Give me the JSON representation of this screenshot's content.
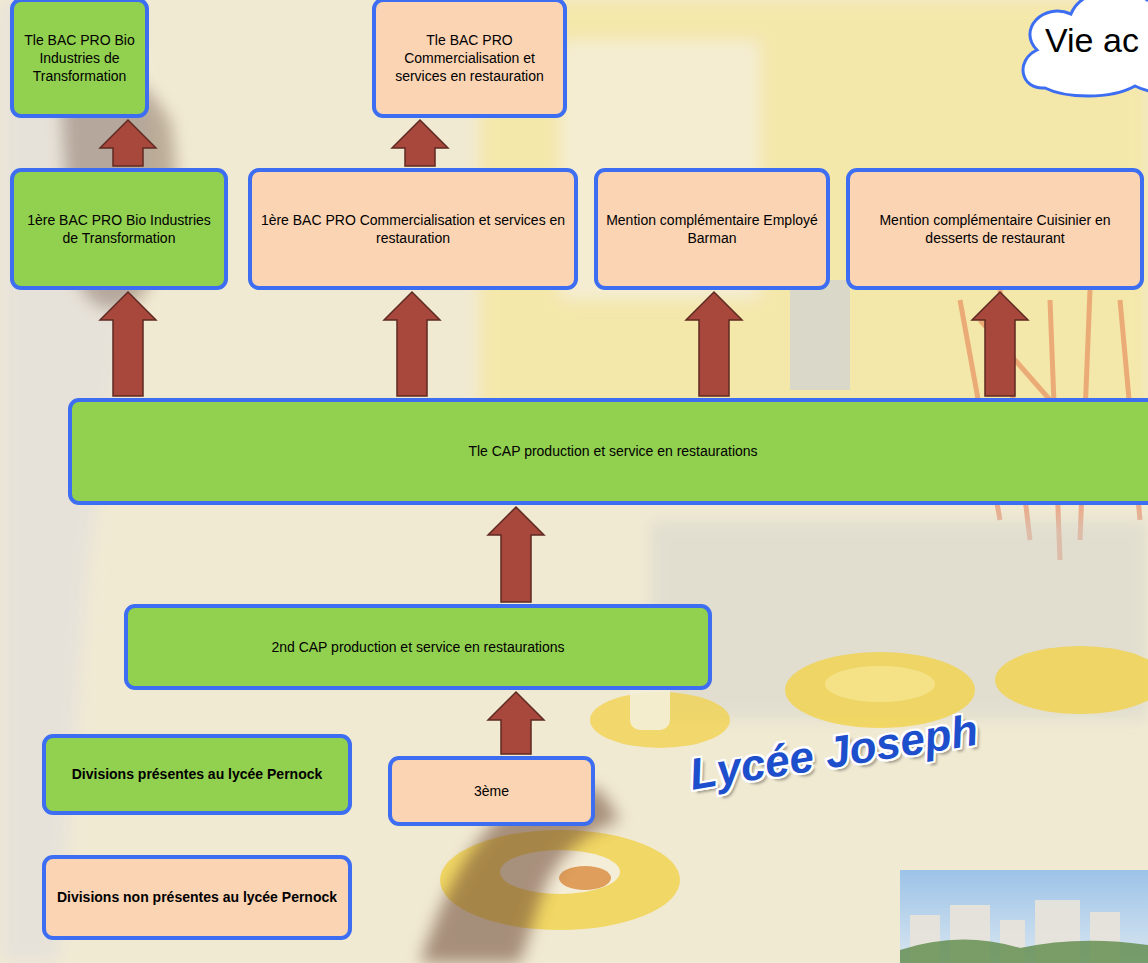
{
  "diagram": {
    "nodes": [
      {
        "text": [
          "Tle BAC PRO Bio Industries de Transformation"
        ]
      },
      {
        "text": [
          "Tle BAC PRO Commercialisation et services en restauration"
        ]
      },
      {
        "text": [
          "Vie ac"
        ]
      },
      {
        "text": [
          "1ère BAC PRO Bio Industries de Transformation"
        ]
      },
      {
        "text": [
          "1ère BAC PRO Commercialisation et services en restauration"
        ]
      },
      {
        "text": [
          "Mention complémentaire Employé Barman"
        ]
      },
      {
        "text": [
          "Mention complémentaire Cuisinier en desserts de restaurant"
        ]
      },
      {
        "text": [
          "Tle CAP production et service en restaurations"
        ]
      },
      {
        "text": [
          "2nd CAP production et service en restaurations"
        ]
      },
      {
        "text": [
          "3ème"
        ]
      }
    ],
    "edges": [
      {
        "from": 3,
        "to": 0,
        "arrow": "to"
      },
      {
        "from": 4,
        "to": 1,
        "arrow": "to"
      },
      {
        "from": 7,
        "to": 3,
        "arrow": "to"
      },
      {
        "from": 7,
        "to": 4,
        "arrow": "to"
      },
      {
        "from": 7,
        "to": 5,
        "arrow": "to"
      },
      {
        "from": 7,
        "to": 6,
        "arrow": "to"
      },
      {
        "from": 8,
        "to": 7,
        "arrow": "to"
      },
      {
        "from": 9,
        "to": 8,
        "arrow": "to"
      }
    ],
    "labels": [
      "Lycée Joseph"
    ],
    "legend": [
      {
        "text": "Divisions présentes au lycée Pernock",
        "color": "#92d050"
      },
      {
        "text": "Divisions non présentes au lycée Pernock",
        "color": "#fbd4b4"
      }
    ]
  }
}
